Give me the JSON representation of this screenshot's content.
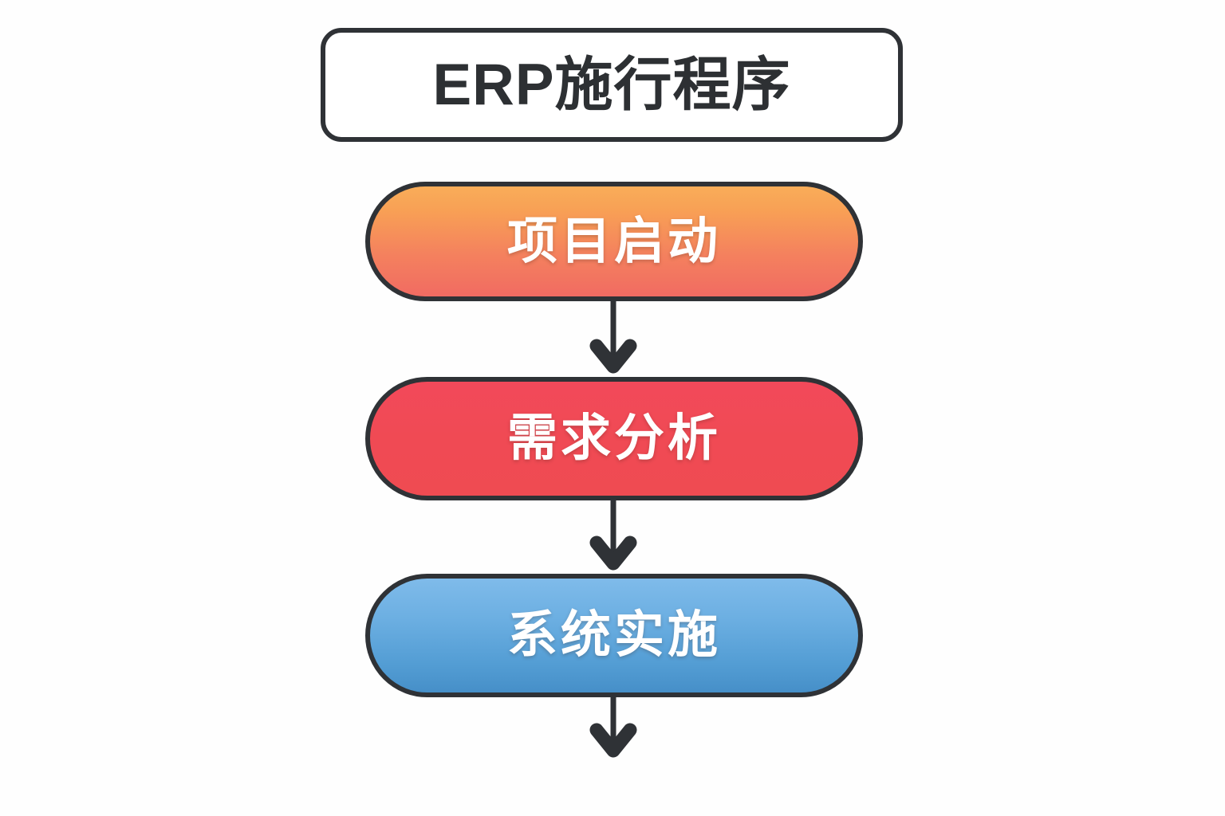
{
  "background_color": "#fefefe",
  "stroke_color": "#2f3236",
  "title": {
    "text": "ERP施行程序",
    "fill_color": "#ffffff",
    "text_color": "#2d3033"
  },
  "flow": {
    "nodes": [
      {
        "id": "node-project-kickoff",
        "label": "项目启动",
        "shape": "pill",
        "text_color": "#ffffff",
        "fill_from": "#f9ad59",
        "fill_to": "#f16b62"
      },
      {
        "id": "node-requirements-analysis",
        "label": "需求分析",
        "shape": "pill",
        "text_color": "#ffffff",
        "fill_from": "#f2495a",
        "fill_to": "#ef4b52"
      },
      {
        "id": "node-system-implementation",
        "label": "系统实施",
        "shape": "pill",
        "text_color": "#ffffff",
        "fill_from": "#7fbbea",
        "fill_to": "#468fc8"
      }
    ],
    "connectors": [
      {
        "id": "arrow-kickoff-to-requirements",
        "type": "down-arrow",
        "color": "#2f3236"
      },
      {
        "id": "arrow-requirements-to-implementation",
        "type": "down-arrow",
        "color": "#2f3236"
      },
      {
        "id": "arrow-implementation-to-next",
        "type": "down-arrow",
        "color": "#2f3236"
      }
    ]
  }
}
